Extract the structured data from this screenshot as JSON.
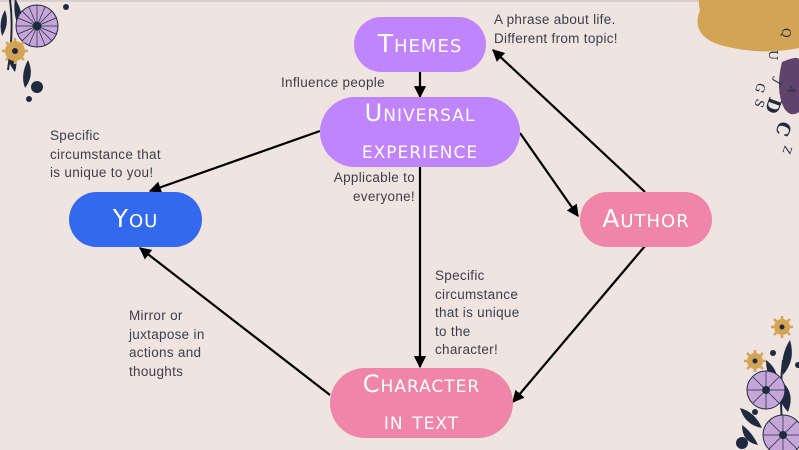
{
  "slide": {
    "background": "#efe4e0",
    "accent_colors": {
      "theme_node": "#c084fc",
      "you_node": "#3369ee",
      "pink_node": "#ef86a9",
      "text": "#3b3f4a",
      "gold_blob": "#d4a455",
      "plum_blob": "#5e436b",
      "navy_decor": "#1f2a40",
      "lavender_flower": "#c6a6d8"
    }
  },
  "nodes": {
    "themes": {
      "label": "Themes"
    },
    "universal": {
      "line1": "Universal",
      "line2": "experience"
    },
    "you": {
      "label": "You"
    },
    "author": {
      "label": "Author"
    },
    "character": {
      "line1": "Character",
      "line2": "in text"
    }
  },
  "notes": {
    "themes_note": [
      "A phrase about life.",
      "Different from topic!"
    ],
    "influence": [
      "Influence people"
    ],
    "you_note": [
      "Specific",
      "circumstance that",
      "is unique to you!"
    ],
    "applicable": [
      "Applicable to",
      "everyone!"
    ],
    "character_note": [
      "Specific",
      "circumstance",
      "that is unique",
      "to the",
      "character!"
    ],
    "mirror": [
      "Mirror or",
      "juxtapose in",
      "actions and",
      "thoughts"
    ]
  },
  "decor": {
    "rotated_letters": [
      "Q",
      "U",
      "G",
      "S",
      "J",
      "D",
      "C",
      "Z",
      "A"
    ],
    "icons": [
      "flower-cluster-top-left",
      "flower-cluster-bottom-right",
      "gold-blob",
      "plum-blob"
    ]
  },
  "edges": [
    {
      "from": "themes",
      "to": "universal",
      "label": "Influence people"
    },
    {
      "from": "universal",
      "to": "you"
    },
    {
      "from": "universal",
      "to": "author"
    },
    {
      "from": "universal",
      "to": "character"
    },
    {
      "from": "author",
      "to": "themes"
    },
    {
      "from": "author",
      "to": "character"
    },
    {
      "from": "character",
      "to": "you",
      "label": "Mirror or juxtapose in actions and thoughts"
    }
  ]
}
